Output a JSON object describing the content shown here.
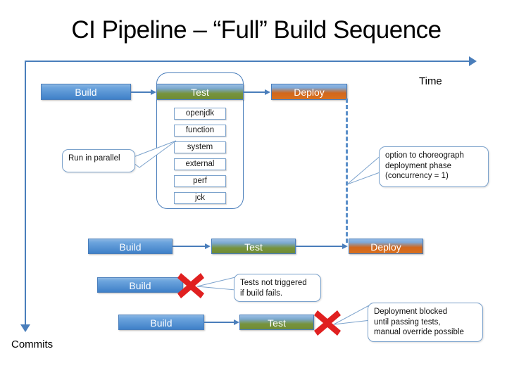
{
  "slide": {
    "title": "CI Pipeline – “Full” Build Sequence",
    "axes": {
      "time_label": "Time",
      "commits_label": "Commits"
    },
    "colors": {
      "build": "#4a86c8",
      "test": "#77933c",
      "deploy": "#d2671c",
      "line": "#4a7ebb",
      "error": "#e02020"
    },
    "row1": {
      "build_label": "Build",
      "test_label": "Test",
      "deploy_label": "Deploy",
      "subtests": [
        "openjdk",
        "function",
        "system",
        "external",
        "perf",
        "jck"
      ]
    },
    "row2": {
      "build_label": "Build",
      "test_label": "Test",
      "deploy_label": "Deploy"
    },
    "row3": {
      "build_label": "Build"
    },
    "row4": {
      "build_label": "Build",
      "test_label": "Test"
    },
    "callouts": {
      "parallel": {
        "line1": "Run in parallel"
      },
      "choreograph": {
        "line1": "option to choreograph",
        "line2": "deployment phase",
        "line3": "(concurrency = 1)"
      },
      "build_fail": {
        "line1": "Tests not triggered",
        "line2": "if build fails."
      },
      "test_fail": {
        "line1": "Deployment blocked",
        "line2": "until passing tests,",
        "line3": "manual override possible"
      }
    }
  }
}
